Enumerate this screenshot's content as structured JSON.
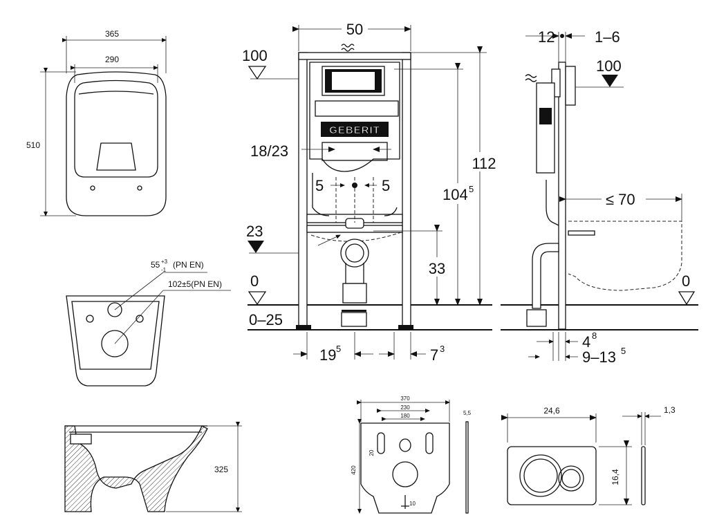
{
  "bowl_top": {
    "outer_width": "365",
    "inner_width": "290",
    "length": "510"
  },
  "bowl_rear": {
    "inlet_label": "55",
    "inlet_tol_upper": "+3",
    "inlet_tol_lower": "-1",
    "inlet_std": "(PN EN)",
    "outlet_label": "102±5(PN EN)"
  },
  "bowl_side": {
    "height": "325"
  },
  "frame": {
    "brand": "GEBERIT",
    "width": "50",
    "level_top": "100",
    "level_mid": "23",
    "level_zero": "0",
    "floor_range": "0–25",
    "supply_width": "18/23",
    "bolt_left": "5",
    "bolt_right": "5",
    "height_total": "112",
    "height_cistern_base": "104",
    "height_cistern_sup": "5",
    "drain_height": "33",
    "foot_left_base": "19",
    "foot_left_sup": "5",
    "foot_right_base": "7",
    "foot_right_sup": "3"
  },
  "side": {
    "depth": "12",
    "wall": "1–6",
    "level_top": "100",
    "reach": "≤ 70",
    "level_zero": "0",
    "foot_base": "4",
    "foot_sup": "8",
    "offset_base": "9–13",
    "offset_sup": "5"
  },
  "mat": {
    "width": "370",
    "hole_spacing": "230",
    "inner_spacing": "180",
    "height": "420",
    "slot": "20",
    "slot_bottom": "10",
    "thickness": "5,5"
  },
  "plate": {
    "width": "24,6",
    "height": "16,4",
    "thickness": "1,3"
  }
}
